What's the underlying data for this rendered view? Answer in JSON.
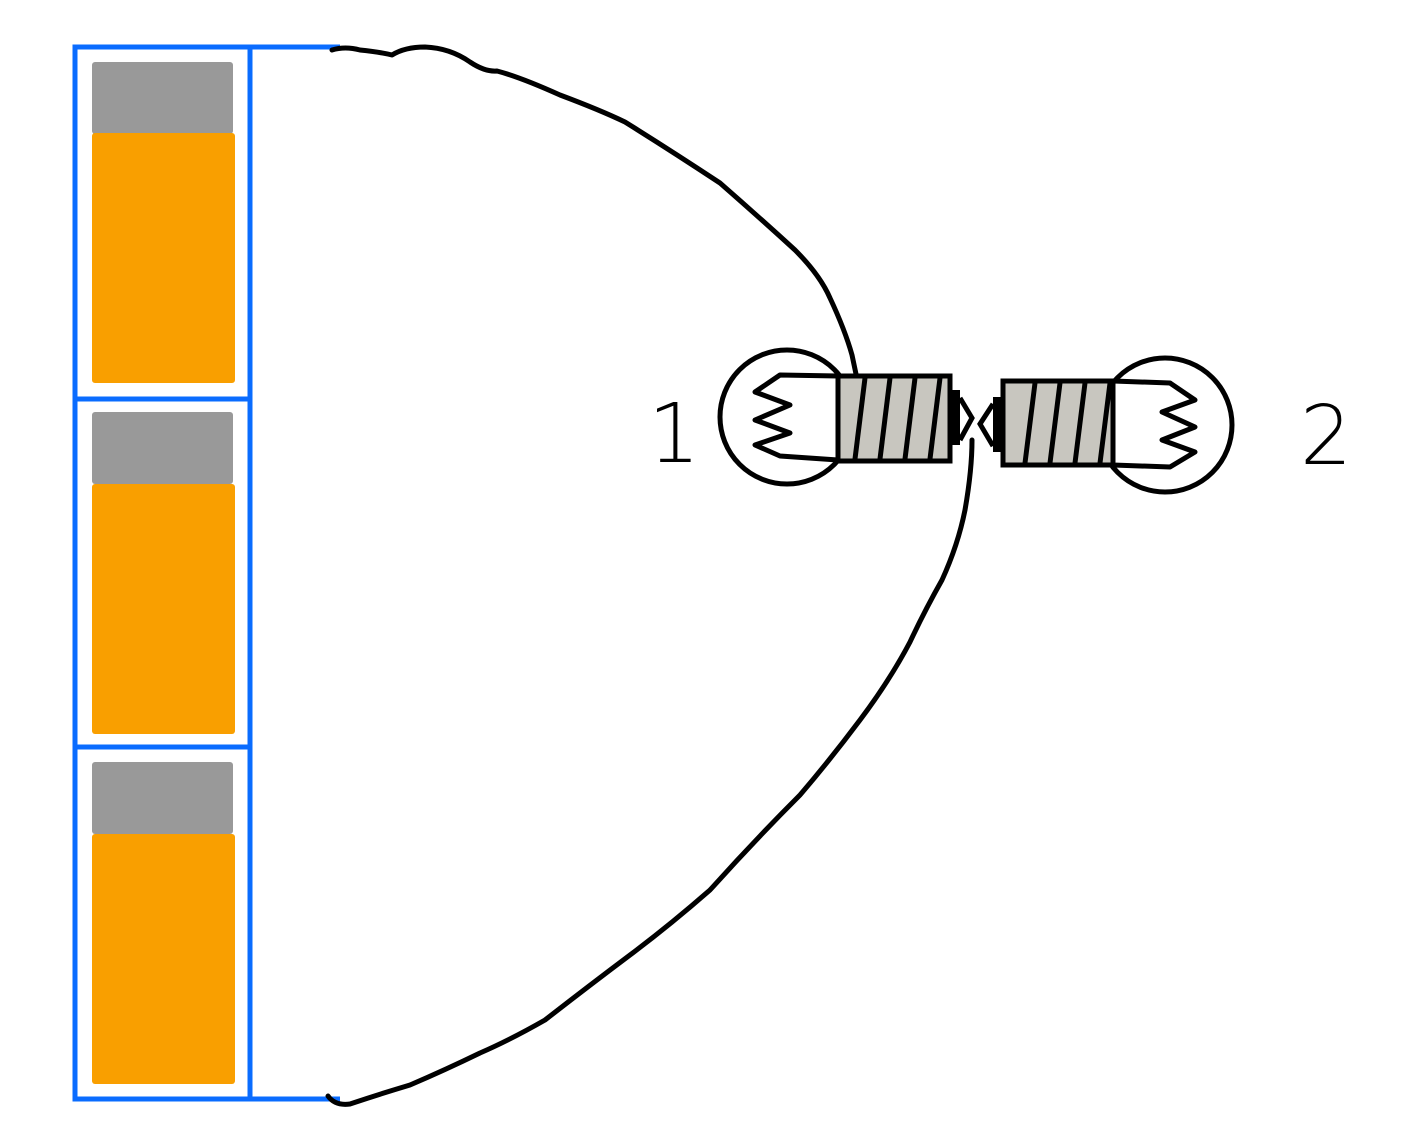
{
  "labels": {
    "bulb1": "1",
    "bulb2": "2"
  },
  "battery_pack": {
    "cell_count": 3
  },
  "colors": {
    "pack_outline": "#0a6cff",
    "cell_terminal": "#999999",
    "cell_body": "#f99f00",
    "wire": "#000000",
    "bulb_base": "#c8c6bf"
  }
}
